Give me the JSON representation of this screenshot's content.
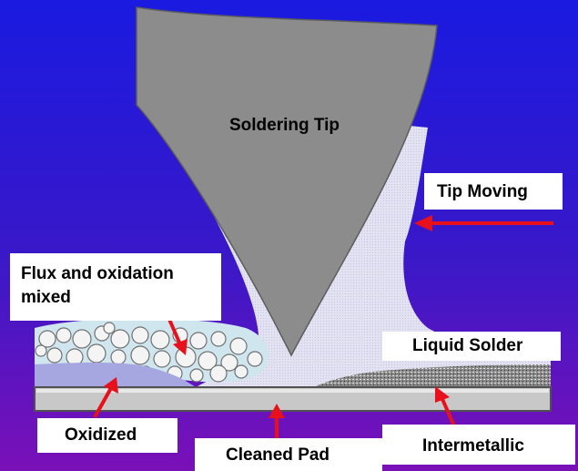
{
  "labels": {
    "soldering_tip": "Soldering Tip",
    "tip_moving": "Tip Moving",
    "flux_line1": "Flux and oxidation",
    "flux_line2": "mixed",
    "liquid_solder": "Liquid Solder",
    "oxidized": "Oxidized",
    "cleaned_pad": "Cleaned Pad",
    "intermetallic": "Intermetallic"
  },
  "colors": {
    "background_top": "#1a1ae0",
    "background_bottom": "#7a10b8",
    "tip": "#8c8c8c",
    "solder": "#dcdcf0",
    "pad": "#c8c8c8",
    "oxide_layer": "#9a9ad8",
    "arrow": "#e8101a",
    "label_box": "#ffffff"
  }
}
